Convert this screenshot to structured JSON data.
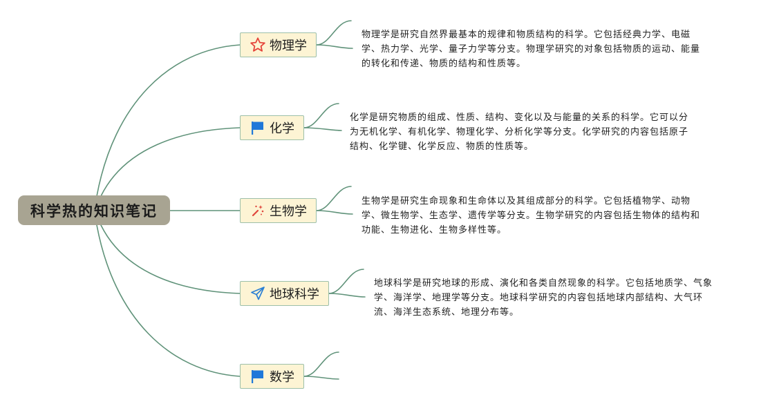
{
  "root": {
    "label": "科学热的知识笔记"
  },
  "topics": [
    {
      "label": "物理学",
      "icon": "star-icon",
      "description": [
        "物理学是研究自然界最基本的规律和物质结构的科学。它包括经典力学、电磁",
        "学、热力学、光学、量子力学等分支。物理学研究的对象包括物质的运动、能量",
        "的转化和传递、物质的结构和性质等。"
      ]
    },
    {
      "label": "化学",
      "icon": "flag-icon",
      "description": [
        "化学是研究物质的组成、性质、结构、变化以及与能量的关系的科学。它可以分",
        "为无机化学、有机化学、物理化学、分析化学等分支。化学研究的内容包括原子",
        "结构、化学键、化学反应、物质的性质等。"
      ]
    },
    {
      "label": "生物学",
      "icon": "sparkle-icon",
      "description": [
        "生物学是研究生命现象和生命体以及其组成部分的科学。它包括植物学、动物",
        "学、微生物学、生态学、遗传学等分支。生物学研究的内容包括生物体的结构和",
        "功能、生物进化、生物多样性等。"
      ]
    },
    {
      "label": "地球科学",
      "icon": "paper-plane-icon",
      "description": [
        "地球科学是研究地球的形成、演化和各类自然现象的科学。它包括地质学、气象",
        "学、海洋学、地理学等分支。地球科学研究的内容包括地球内部结构、大气环",
        "流、海洋生态系统、地理分布等。"
      ]
    },
    {
      "label": "数学",
      "icon": "flag-icon",
      "description": []
    }
  ],
  "colors": {
    "connector": "#5f9279",
    "root_background": "#a8a492",
    "topic_background": "#fdf4d4",
    "star": "#e5443a",
    "flag": "#1f78d9",
    "sparkle": "#e0463c",
    "plane": "#2a7fd4"
  }
}
